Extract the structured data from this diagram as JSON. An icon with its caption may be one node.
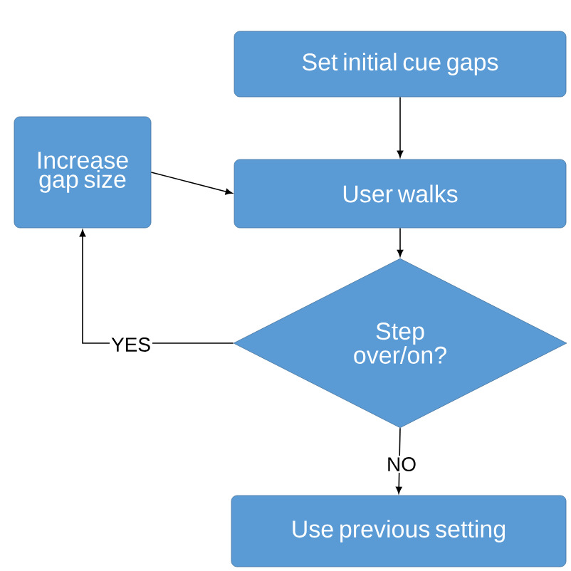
{
  "diagram": {
    "nodes": [
      {
        "text": [
          "Set initial cue gaps"
        ]
      },
      {
        "text": [
          "Increase gap size"
        ]
      },
      {
        "text": [
          "User walks"
        ]
      },
      {
        "text": [
          "Step over/on?"
        ]
      },
      {
        "text": [
          "Use previous setting"
        ]
      }
    ],
    "edges": [
      {
        "from": 0,
        "to": 2,
        "arrow": "to"
      },
      {
        "from": 1,
        "to": 2,
        "arrow": "to"
      },
      {
        "from": 2,
        "to": 3,
        "arrow": "to"
      },
      {
        "from": 3,
        "to": 1,
        "arrow": "to",
        "label": "YES"
      },
      {
        "from": 3,
        "to": 4,
        "arrow": "to",
        "label": "NO"
      }
    ]
  }
}
